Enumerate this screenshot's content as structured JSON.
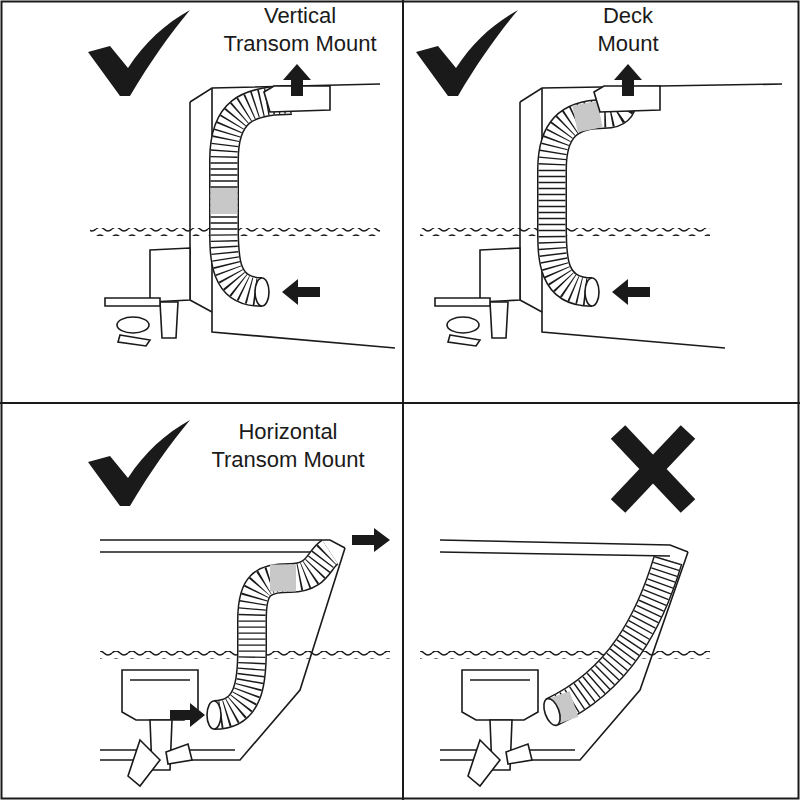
{
  "diagram": {
    "labels": [
      "Vertical Transom Mount",
      "Deck Mount",
      "Horizontal Transom Mount"
    ]
  }
}
